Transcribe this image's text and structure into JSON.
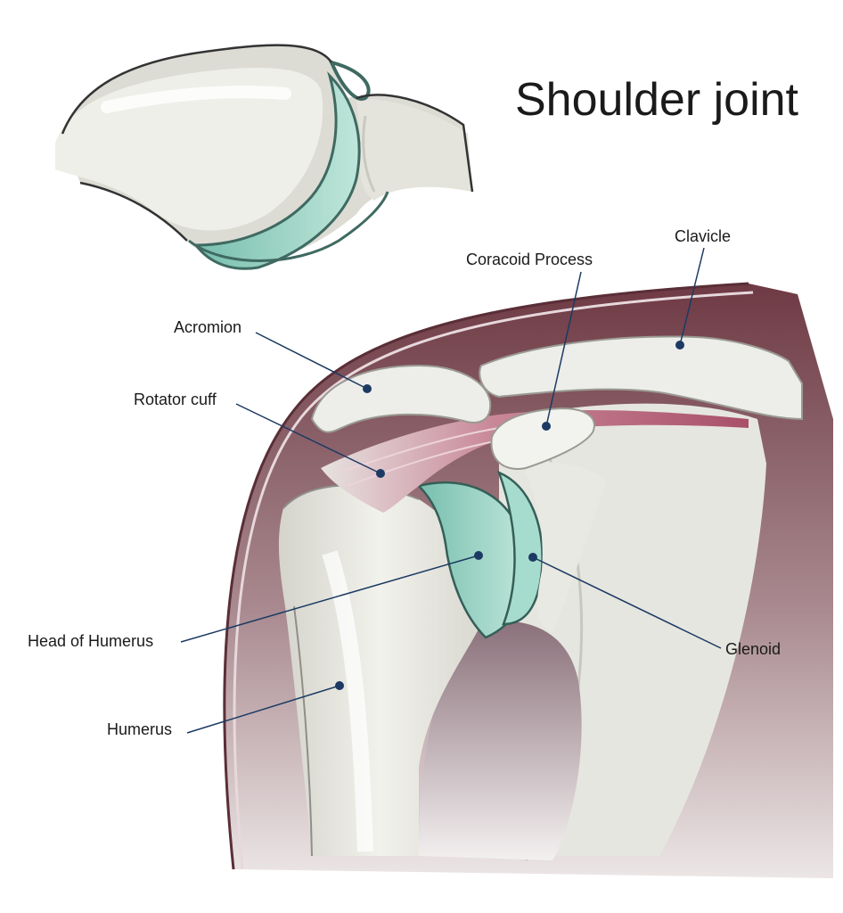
{
  "title": "Shoulder joint",
  "labels": {
    "clavicle": "Clavicle",
    "coracoid": "Coracoid Process",
    "acromion": "Acromion",
    "rotator_cuff": "Rotator cuff",
    "head_of_humerus": "Head of Humerus",
    "glenoid": "Glenoid",
    "humerus": "Humerus"
  },
  "colors": {
    "bone": "#e9e9e2",
    "cartilage": "#9fd6c6",
    "skin": "#7a4a52",
    "muscle": "#b9687c",
    "leader": "#1c3a63"
  }
}
